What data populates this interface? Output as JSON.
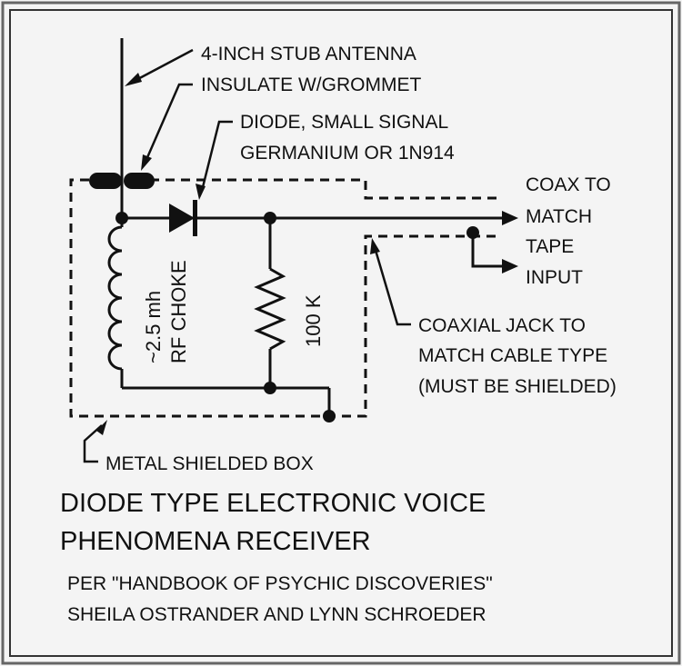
{
  "labels": {
    "antenna_line1": "4-INCH STUB ANTENNA",
    "antenna_line2": "INSULATE W/GROMMET",
    "diode_line1": "DIODE, SMALL SIGNAL",
    "diode_line2": "GERMANIUM OR 1N914",
    "coax_out_line1": "COAX TO",
    "coax_out_line2": "MATCH",
    "coax_out_line3": "TAPE",
    "coax_out_line4": "INPUT",
    "choke_value": "~2.5 mh",
    "choke_name": "RF CHOKE",
    "resistor_value": "100 K",
    "jack_line1": "COAXIAL JACK TO",
    "jack_line2": "MATCH CABLE TYPE",
    "jack_line3": "(MUST BE SHIELDED)",
    "box_label": "METAL SHIELDED BOX"
  },
  "title": {
    "line1": "DIODE TYPE ELECTRONIC VOICE",
    "line2": "PHENOMENA RECEIVER"
  },
  "credit": {
    "line1": "PER \"HANDBOOK OF PSYCHIC DISCOVERIES\"",
    "line2": "SHEILA OSTRANDER AND LYNN SCHROEDER"
  },
  "colors": {
    "ink": "#111111",
    "paper": "#f4f4f4",
    "border": "#555555"
  }
}
